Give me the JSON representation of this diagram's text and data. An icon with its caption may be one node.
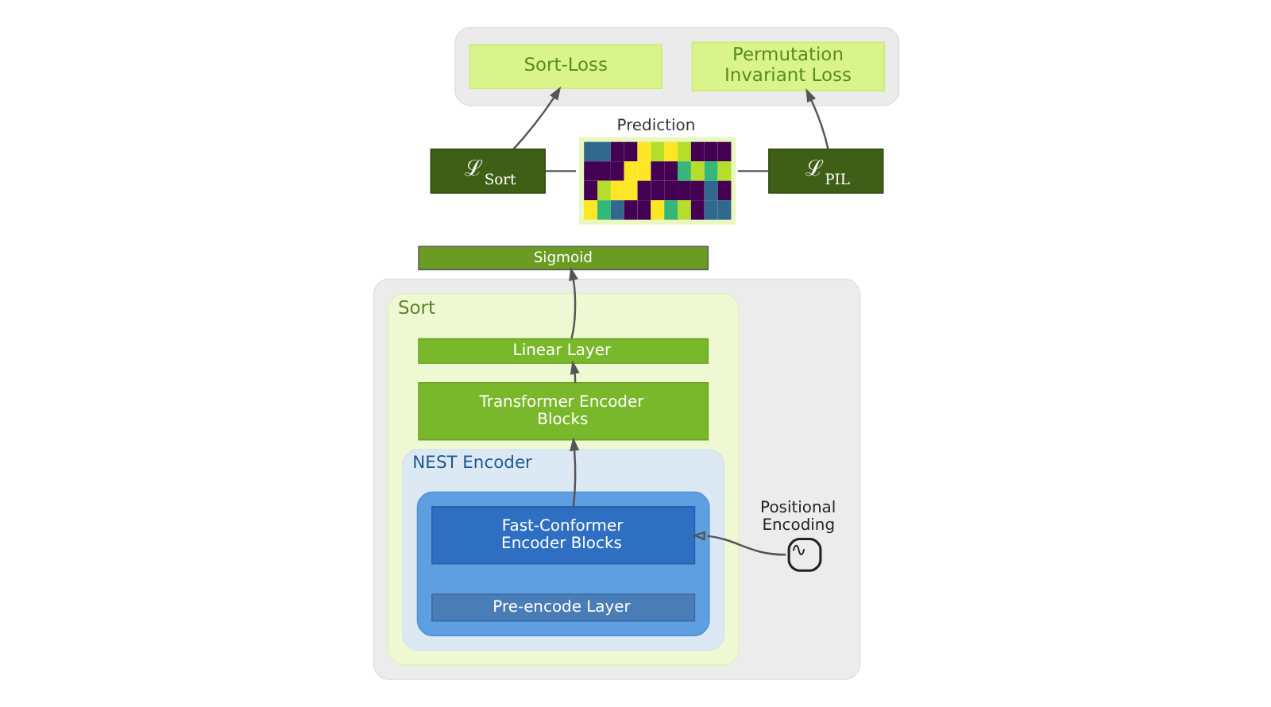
{
  "diagram": {
    "nodes": [
      {
        "text": [],
        "shape": "box"
      },
      {
        "text": [
          "Sort-Loss"
        ],
        "in": 0
      },
      {
        "text": [
          "Permutation Invariant Loss"
        ],
        "in": 0
      },
      {
        "text": [
          "ℒ$_{Sort}$"
        ]
      },
      {
        "text": [
          "Prediction"
        ]
      },
      {
        "text": [
          "ℒ$_{PIL}$"
        ]
      },
      {
        "text": [
          "Sigmoid"
        ]
      },
      {
        "text": [],
        "shape": "box"
      },
      {
        "text": [
          "Sort"
        ],
        "in": 7
      },
      {
        "text": [
          "Linear Layer"
        ],
        "in": 8
      },
      {
        "text": [
          "Transformer Encoder Blocks"
        ],
        "in": 8
      },
      {
        "text": [
          "NEST Encoder"
        ],
        "in": 8
      },
      {
        "text": [],
        "shape": "box",
        "in": 11
      },
      {
        "text": [
          "Fast-Conformer Encoder Blocks"
        ],
        "in": 12
      },
      {
        "text": [
          "Pre-encode Layer"
        ],
        "in": 12
      },
      {
        "text": [
          "Positional Encoding",
          "∿"
        ],
        "in": 7
      }
    ],
    "edges": [
      {
        "from": 3,
        "to": 1,
        "arrow": "to"
      },
      {
        "from": 5,
        "to": 2,
        "arrow": "to"
      },
      {
        "from": 3,
        "to": 4,
        "arrow": "none"
      },
      {
        "from": 4,
        "to": 5,
        "arrow": "none"
      },
      {
        "from": 9,
        "to": 6,
        "arrow": "to"
      },
      {
        "from": 10,
        "to": 9,
        "arrow": "to"
      },
      {
        "from": 13,
        "to": 10,
        "arrow": "to"
      },
      {
        "from": 15,
        "to": 13,
        "arrow": "to"
      }
    ]
  }
}
